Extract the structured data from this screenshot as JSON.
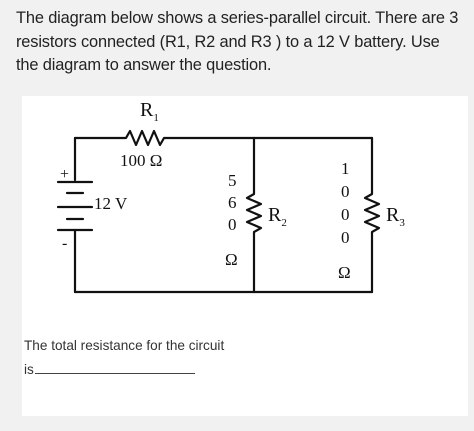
{
  "intro": {
    "lines": [
      "The diagram below shows a series-parallel circuit. There are 3",
      "resistors connected (R1, R2 and R3 ) to a 12 V battery. Use",
      "the diagram to answer the question."
    ]
  },
  "circuit": {
    "r1": {
      "name": "R",
      "sub": "1",
      "value": "100 Ω"
    },
    "battery": {
      "plus": "+",
      "minus": "-",
      "voltage": "12 V"
    },
    "r2": {
      "name": "R",
      "sub": "2",
      "digits": [
        "5",
        "6",
        "0"
      ],
      "unit": "Ω"
    },
    "r3": {
      "name": "R",
      "sub": "3",
      "digits": [
        "1",
        "0",
        "0",
        "0"
      ],
      "unit": "Ω"
    }
  },
  "question": {
    "line1": "The total resistance for the circuit",
    "line2": "is"
  }
}
